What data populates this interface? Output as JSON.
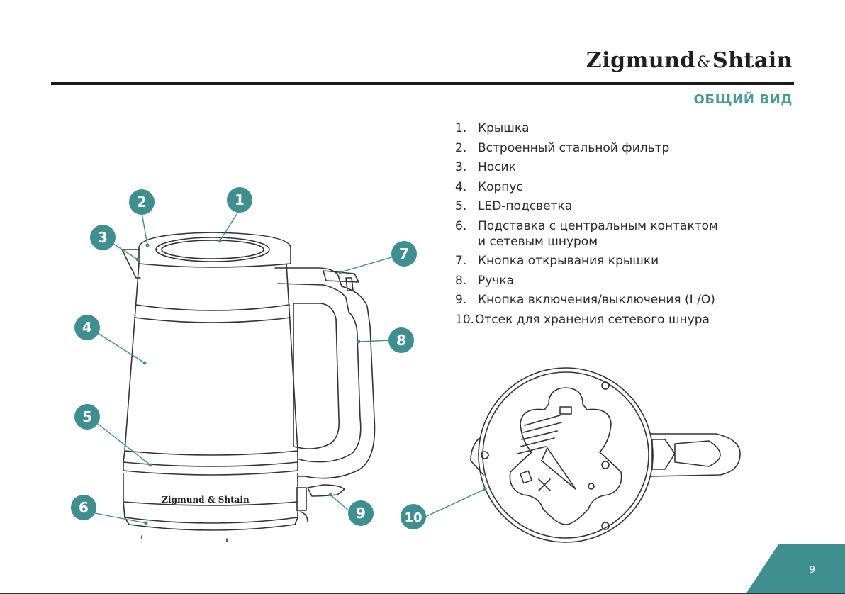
{
  "brand": {
    "name_left": "Zigmund",
    "ampersand": "&",
    "name_right": "Shtain",
    "kettle_logo": "Zigmund & Shtain"
  },
  "section_title": "ОБЩИЙ ВИД",
  "parts": [
    {
      "num": "1.",
      "label": "Крышка"
    },
    {
      "num": "2.",
      "label": "Встроенный стальной фильтр"
    },
    {
      "num": "3.",
      "label": "Носик"
    },
    {
      "num": "4.",
      "label": "Корпус"
    },
    {
      "num": "5.",
      "label": "LED-подсветка"
    },
    {
      "num": "6.",
      "label": "Подставка с центральным контактом и сетевым шнуром"
    },
    {
      "num": "7.",
      "label": "Кнопка открывания крышки"
    },
    {
      "num": "8.",
      "label": "Ручка"
    },
    {
      "num": "9.",
      "label": "Кнопка включения/выключения (I /O)"
    },
    {
      "num": "10.",
      "label": "Отсек для хранения сетевого шнура"
    }
  ],
  "callouts": [
    "1",
    "2",
    "3",
    "4",
    "5",
    "6",
    "7",
    "8",
    "9",
    "10"
  ],
  "page_number": "9",
  "colors": {
    "accent": "#4a9a9c",
    "badge": "#3f8e90",
    "text": "#2a2a2a",
    "rule": "#1a1a1a"
  }
}
